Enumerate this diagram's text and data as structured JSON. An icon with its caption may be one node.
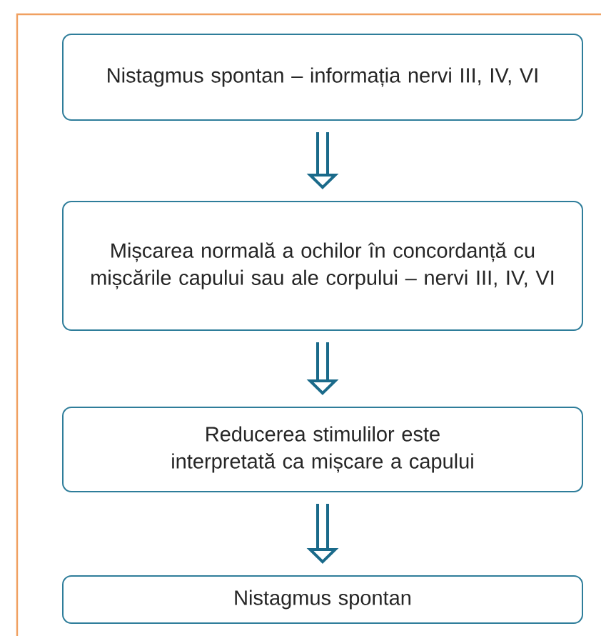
{
  "diagram": {
    "nodes": [
      {
        "text": [
          "Nistagmus spontan – informația nervi III, IV, VI"
        ]
      },
      {
        "text": [
          "Mișcarea normală a ochilor în concordanță cu mișcările capului sau ale corpului – nervi III, IV, VI"
        ]
      },
      {
        "text": [
          "Reducerea stimulilor este interpretată ca mișcare a capului"
        ]
      },
      {
        "text": [
          "Nistagmus spontan"
        ]
      }
    ],
    "edges": [
      {
        "from": 0,
        "to": 1,
        "arrow": "to"
      },
      {
        "from": 1,
        "to": 2,
        "arrow": "to"
      },
      {
        "from": 2,
        "to": 3,
        "arrow": "to"
      }
    ]
  }
}
